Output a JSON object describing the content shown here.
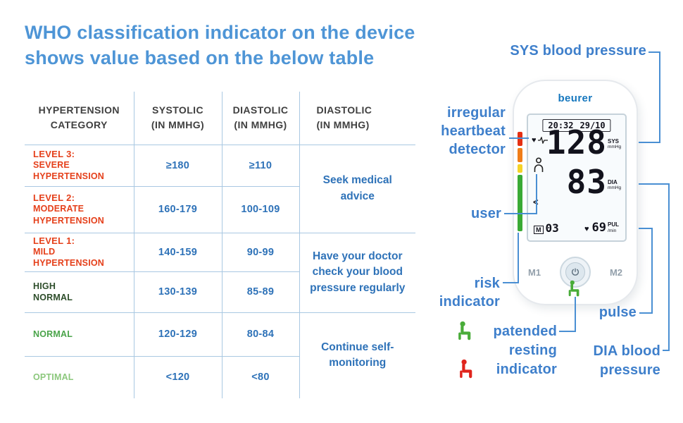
{
  "title": {
    "line1": "WHO classification indicator on the device",
    "line2": "shows value based on the below table"
  },
  "table": {
    "headers": [
      {
        "line1": "HYPERTENSION",
        "line2": "CATEGORY"
      },
      {
        "line1": "SYSTOLIC",
        "line2": "(IN MMHG)"
      },
      {
        "line1": "DIASTOLIC",
        "line2": "(IN MMHG)"
      },
      {
        "line1": "DIASTOLIC",
        "line2": "(IN MMHG)"
      }
    ],
    "rows": [
      {
        "level": "LEVEL 3:",
        "name": "SEVERE\nHYPERTENSION",
        "systolic": "≥180",
        "diastolic": "≥110",
        "color": "#e5401b"
      },
      {
        "level": "LEVEL 2:",
        "name": "MODERATE\nHYPERTENSION",
        "systolic": "160-179",
        "diastolic": "100-109",
        "color": "#e5401b"
      },
      {
        "level": "LEVEL 1:",
        "name": "MILD\nHYPERTENSION",
        "systolic": "140-159",
        "diastolic": "90-99",
        "color": "#e5401b"
      },
      {
        "name": "HIGH\nNORMAL",
        "systolic": "130-139",
        "diastolic": "85-89",
        "color": "#2d4d2a"
      },
      {
        "name": "NORMAL",
        "systolic": "120-129",
        "diastolic": "80-84",
        "color": "#4aa44a"
      },
      {
        "name": "OPTIMAL",
        "systolic": "<120",
        "diastolic": "<80",
        "color": "#8cc87d"
      }
    ],
    "actions": [
      "Seek medical advice",
      "Have your doctor check your blood pressure regularly",
      "Continue self-monitoring"
    ]
  },
  "device": {
    "brand": "beurer",
    "display": {
      "time": "20:32",
      "date": "29/10",
      "sys_value": "128",
      "sys_label": "SYS",
      "sys_unit": "mmHg",
      "dia_value": "83",
      "dia_label": "DIA",
      "dia_unit": "mmHg",
      "memory_label": "M",
      "memory_value": "03",
      "heart_symbol": "♥",
      "pulse_value": "69",
      "pul_label": "PUL",
      "pul_unit": "/min",
      "recall_symbol": "<"
    },
    "buttons": {
      "m1": "M1",
      "m2": "M2"
    }
  },
  "callouts": {
    "sys": "SYS blood pressure",
    "irregular": "irregular\nheartbeat\ndetector",
    "user": "user",
    "risk": "risk\nindicator",
    "pulse": "pulse",
    "resting": "patended\nresting\nindicator",
    "dia": "DIA blood\npressure"
  },
  "colors": {
    "accent_blue": "#4e95d6",
    "callout_blue": "#3e7fcb",
    "table_value_blue": "#2e72b8",
    "table_border_blue": "#a9c8e2",
    "level_red": "#e5401b",
    "high_normal_green": "#2d4d2a",
    "normal_green": "#4aa44a",
    "optimal_green": "#8cc87d",
    "risk_red": "#e53012",
    "risk_orange": "#f07d18",
    "risk_yellow": "#f5d327",
    "risk_green": "#3aaa35",
    "brand_blue": "#1577be",
    "resting_green": "#49ac39",
    "resting_red": "#e0241c"
  }
}
